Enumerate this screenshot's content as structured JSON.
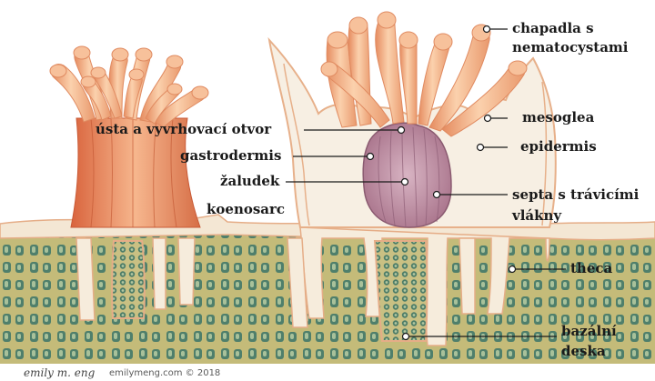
{
  "labels": {
    "tentacles": "chapadla s",
    "tentacles_line2": "nematocystami",
    "mesoglea": "mesoglea",
    "epidermis": "epidermis",
    "septa": "septa s trávicími",
    "septa_line2": "vlákny",
    "mouth": "ústa a vyvrhovací otvor",
    "gastrodermis": "gastrodermis",
    "stomach": "žaludek",
    "coenosarc": "koenosarc",
    "theca": "theca",
    "basal_plate": "bazální",
    "basal_plate_line2": "deska"
  },
  "credit": {
    "signature": "emily m. eng",
    "website": "emilymeng.com © 2018"
  },
  "colors": {
    "tentacle": "#f3b98f",
    "tentacle_shade": "#e08a60",
    "tissue": "#f6eddf",
    "tissue_edge": "#e7b08a",
    "stomach": "#b9879c",
    "skeleton": "#c2b977",
    "skeleton_cell": "#54826e",
    "leader": "#1a1a1a"
  }
}
